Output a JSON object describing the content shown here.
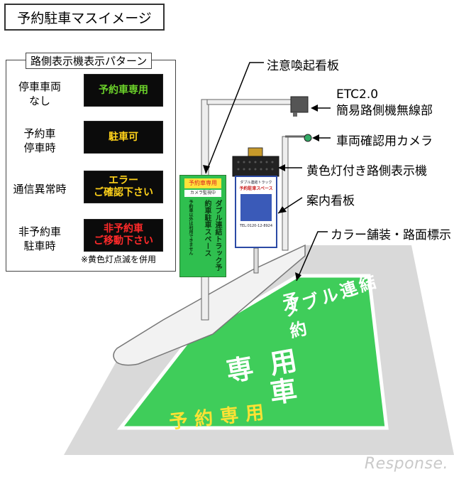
{
  "title": "予約駐車マスイメージ",
  "legend": {
    "title": "路側表示機表示パターン",
    "rows": [
      {
        "label": [
          "停車車両",
          "なし"
        ],
        "display": [
          "予約車専用"
        ],
        "color": "#6bd12a"
      },
      {
        "label": [
          "予約車",
          "停車時"
        ],
        "display": [
          "駐車可"
        ],
        "color": "#ffd21a"
      },
      {
        "label": [
          "通信異常時"
        ],
        "display": [
          "エラー",
          "ご確認下さい"
        ],
        "color": "#ffd21a"
      },
      {
        "label": [
          "非予約車",
          "駐車時"
        ],
        "display": [
          "非予約車",
          "ご移動下さい"
        ],
        "color": "#ff2a2a"
      }
    ],
    "note": "※黄色灯点滅を併用"
  },
  "callouts": {
    "caution_sign": "注意喚起看板",
    "etc": [
      "ETC2.0",
      "簡易路側機無線部"
    ],
    "camera": "車両確認用カメラ",
    "display_unit": "黄色灯付き路側表示機",
    "guide_sign": "案内看板",
    "pavement": "カラー舗装・路面標示"
  },
  "green_sign": {
    "header": "予約車専用",
    "sub": "カメラ監視中",
    "main": "ダブル連結トラック予約車駐車スペース",
    "small": "予約車以外は利用できません"
  },
  "info_sign": {
    "line1": "ダブル連結トラック",
    "line2": "予約駐車スペース",
    "line3": "TEL:0120-12-8924"
  },
  "road_marking": {
    "line1": "ダブル連結",
    "line2": "予約",
    "line3": "専用",
    "line4": "車",
    "bottom": "予約専用"
  },
  "watermark": "Response."
}
